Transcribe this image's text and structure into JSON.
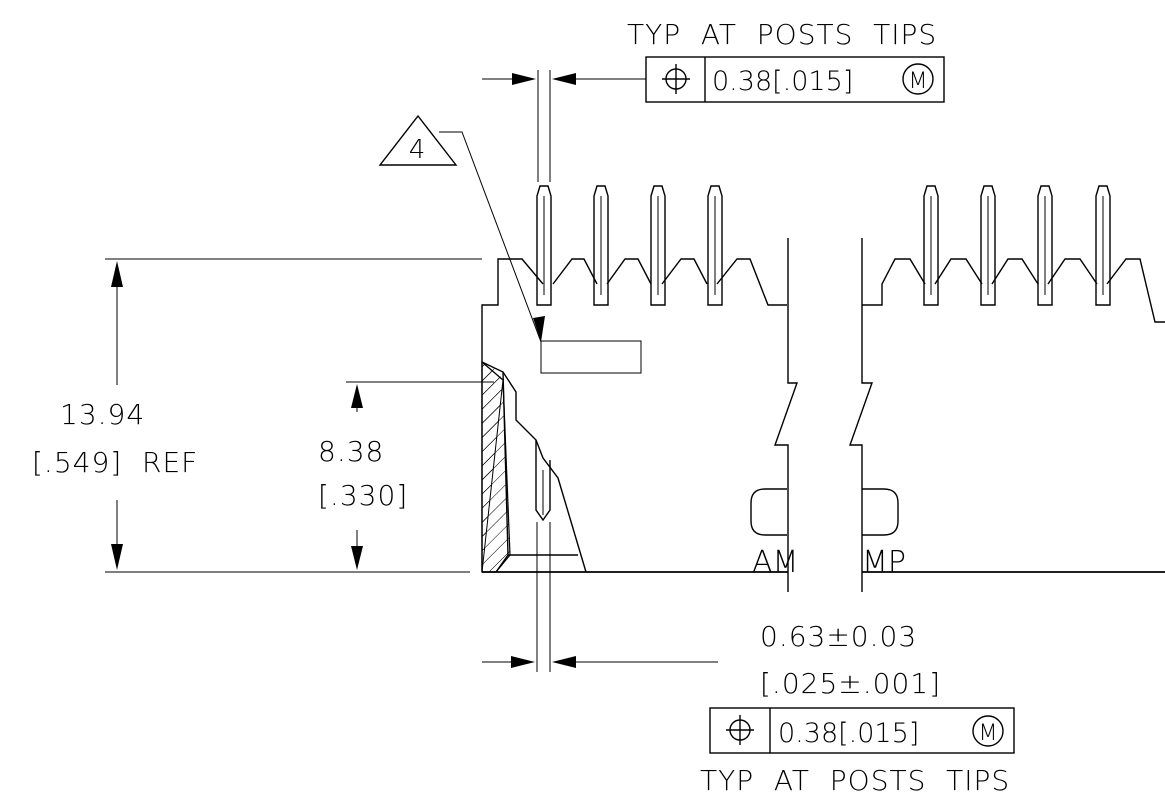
{
  "annotations": {
    "top_note": "TYP  AT  POSTS  TIPS",
    "bottom_note": "TYP  AT  POSTS  TIPS",
    "note_flag": "4",
    "height_dim_line1": "13.94",
    "height_dim_line2": "[.549]  REF",
    "depth_dim_line1": "8.38",
    "depth_dim_line2": "[.330]",
    "post_dim_line1": "0.63±0.03",
    "post_dim_line2": "[.025±.001]",
    "marking_left": "AM",
    "marking_right": "MP"
  },
  "feature_control_frames": {
    "top": {
      "symbol_icon": "position-icon",
      "tolerance": "0.38[.015]",
      "modifier": "M"
    },
    "bottom": {
      "symbol_icon": "position-icon",
      "tolerance": "0.38[.015]",
      "modifier": "M"
    }
  },
  "colors": {
    "line": "#000000",
    "background": "#ffffff"
  }
}
